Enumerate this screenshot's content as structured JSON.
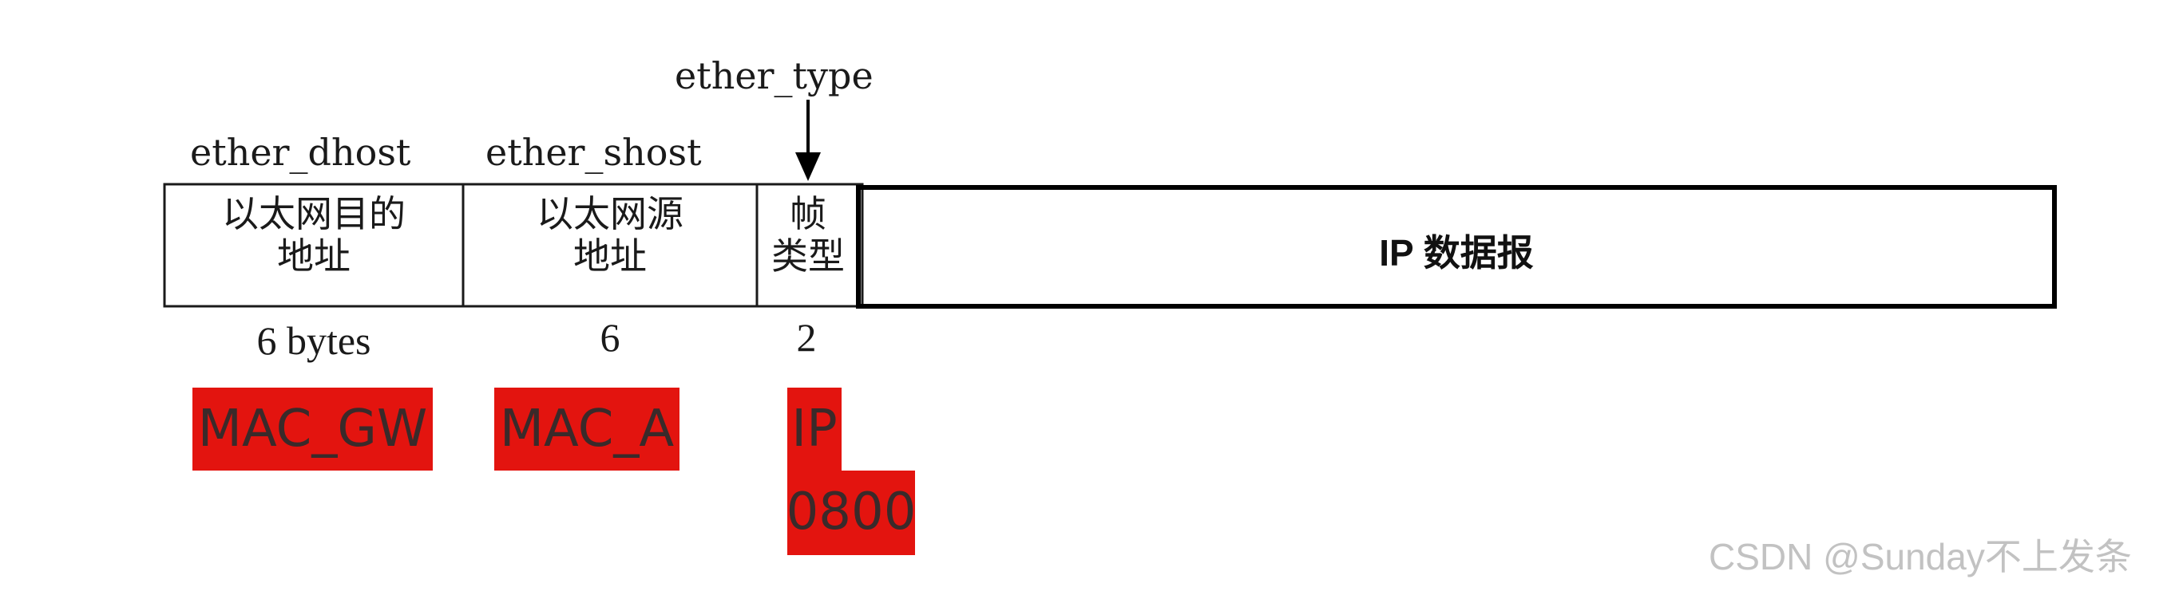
{
  "labels": {
    "ether_type": "ether_type",
    "ether_dhost": "ether_dhost",
    "ether_shost": "ether_shost"
  },
  "fields": {
    "dest_mac": {
      "line1": "以太网目的",
      "line2": "地址",
      "size": "6 bytes"
    },
    "src_mac": {
      "line1": "以太网源",
      "line2": "地址",
      "size": "6"
    },
    "type": {
      "line1": "帧",
      "line2": "类型",
      "size": "2"
    },
    "payload": {
      "label": "IP 数据报"
    }
  },
  "annotations": {
    "mac_gw": "MAC_GW",
    "mac_a": "MAC_A",
    "ip_line1": "IP",
    "ip_line2": "0800",
    "color": "#e3140f"
  },
  "watermark": "CSDN @Sunday不上发条"
}
